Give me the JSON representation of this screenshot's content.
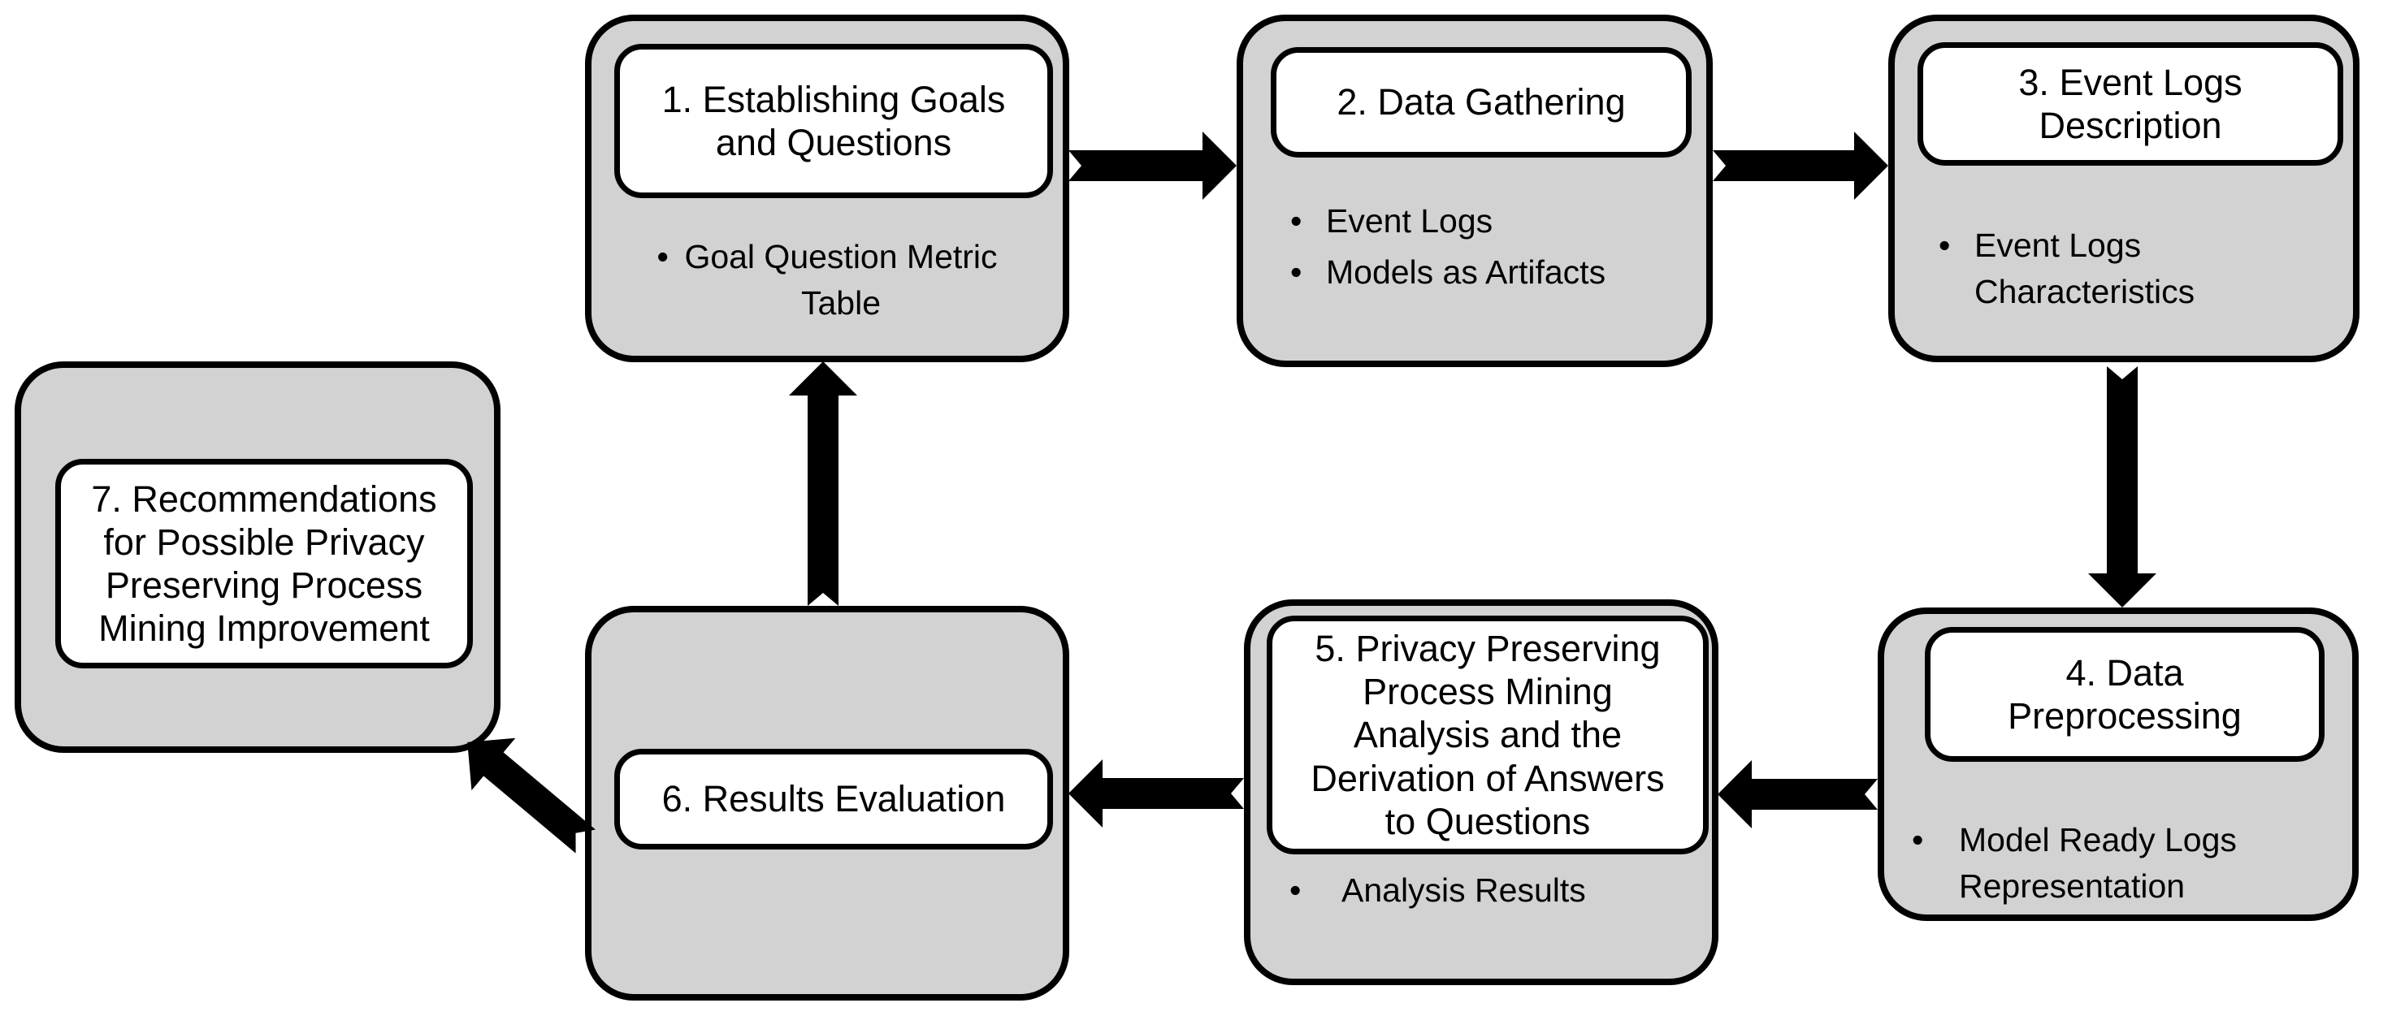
{
  "diagram": {
    "description": "Seven-step privacy preserving process mining methodology cycle",
    "colors": {
      "box_fill": "#d2d2d2",
      "box_border": "#000000",
      "title_fill": "#ffffff",
      "arrow": "#000000",
      "background": "#ffffff"
    },
    "steps": [
      {
        "id": 1,
        "title": "1. Establishing Goals\nand Questions",
        "bullets": [
          "Goal Question Metric\nTable"
        ]
      },
      {
        "id": 2,
        "title": "2. Data Gathering",
        "bullets": [
          "Event Logs",
          "Models as Artifacts"
        ]
      },
      {
        "id": 3,
        "title": "3. Event Logs\nDescription",
        "bullets": [
          "Event Logs\nCharacteristics"
        ]
      },
      {
        "id": 4,
        "title": "4. Data\nPreprocessing",
        "bullets": [
          "Model Ready Logs\nRepresentation"
        ]
      },
      {
        "id": 5,
        "title": "5. Privacy Preserving\nProcess Mining\nAnalysis and the\nDerivation of Answers\nto Questions",
        "bullets": [
          "Analysis Results"
        ]
      },
      {
        "id": 6,
        "title": "6. Results Evaluation",
        "bullets": []
      },
      {
        "id": 7,
        "title": "7. Recommendations\nfor Possible Privacy\nPreserving Process\nMining Improvement",
        "bullets": []
      }
    ],
    "arrows": [
      {
        "from": 1,
        "to": 2,
        "direction": "right"
      },
      {
        "from": 2,
        "to": 3,
        "direction": "right"
      },
      {
        "from": 3,
        "to": 4,
        "direction": "down"
      },
      {
        "from": 4,
        "to": 5,
        "direction": "left"
      },
      {
        "from": 5,
        "to": 6,
        "direction": "left"
      },
      {
        "from": 6,
        "to": 1,
        "direction": "up"
      },
      {
        "from": 6,
        "to": 7,
        "direction": "up-left"
      }
    ]
  }
}
